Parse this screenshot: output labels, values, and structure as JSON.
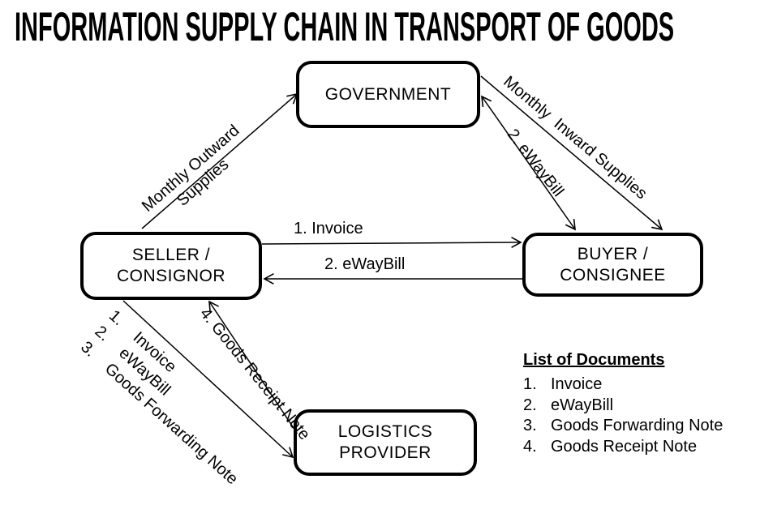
{
  "title": "INFORMATION SUPPLY CHAIN IN TRANSPORT OF GOODS",
  "nodes": {
    "government": {
      "label": "GOVERNMENT"
    },
    "seller": {
      "label_line1": "SELLER /",
      "label_line2": "CONSIGNOR"
    },
    "buyer": {
      "label": "BUYER / CONSIGNEE"
    },
    "logistics": {
      "label": "LOGISTICS PROVIDER"
    }
  },
  "edges": {
    "monthly_outward": {
      "label_line1": "Monthly Outward",
      "label_line2": "Supplies"
    },
    "monthly_inward": {
      "label": "Monthly  Inward Supplies"
    },
    "ewaybill_diagonal": {
      "label": "2. eWayBill"
    },
    "invoice": {
      "label": "1. Invoice"
    },
    "ewaybill_horizontal": {
      "label": "2. eWayBill"
    },
    "seller_to_logistics": {
      "items": [
        {
          "num": "1.",
          "label": "Invoice"
        },
        {
          "num": "2.",
          "label": "eWayBill"
        },
        {
          "num": "3.",
          "label": "Goods Forwarding Note"
        }
      ]
    },
    "logistics_to_seller": {
      "label": "4. Goods Receipt Note"
    }
  },
  "document_list": {
    "heading": "List of Documents",
    "items": [
      {
        "num": "1.",
        "label": "Invoice"
      },
      {
        "num": "2.",
        "label": "eWayBill"
      },
      {
        "num": "3.",
        "label": "Goods Forwarding Note"
      },
      {
        "num": "4.",
        "label": "Goods Receipt Note"
      }
    ]
  },
  "colors": {
    "ink": "#000000",
    "background": "#ffffff"
  }
}
